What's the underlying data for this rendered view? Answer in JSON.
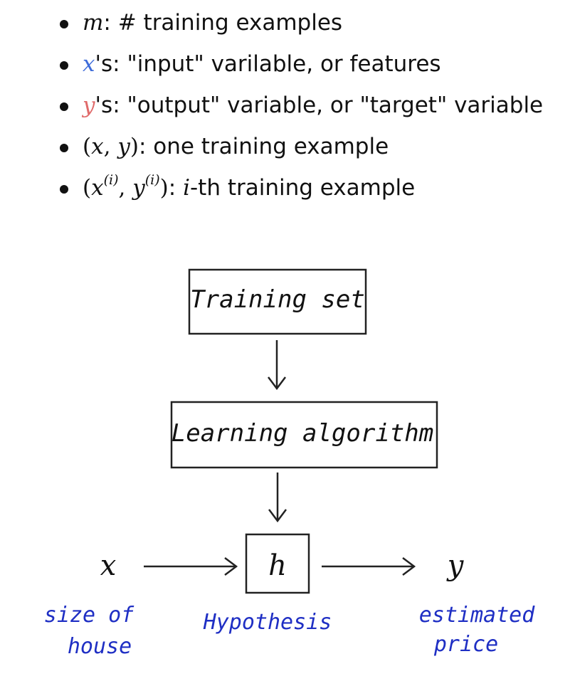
{
  "bullets": [
    {
      "var": "m",
      "text": ": # training examples"
    },
    {
      "var": "x",
      "text": "'s: \"input\" varilable, or features"
    },
    {
      "var": "y",
      "text": "'s: \"output\" variable, or \"target\" variable"
    },
    {
      "pair_open": "(",
      "pair_x": "x",
      "pair_comma": ", ",
      "pair_y": "y",
      "pair_close": ")",
      "text": ": one training example"
    },
    {
      "pair_open": "(",
      "pair_x": "x",
      "sup_x": "(i)",
      "pair_comma": ", ",
      "pair_y": "y",
      "sup_y": "(i)",
      "pair_close": ")",
      "colon": ": ",
      "index_var": "i",
      "text": "-th training example"
    }
  ],
  "diagram": {
    "training_set": "Training set",
    "learning_algorithm": "Learning algorithm",
    "hypothesis_box": "h",
    "input_var": "x",
    "output_var": "y",
    "input_caption_line1": "size of",
    "input_caption_line2": "house",
    "hypothesis_caption": "Hypothesis",
    "output_caption_line1": "estimated",
    "output_caption_line2": "price"
  },
  "colors": {
    "x_var": "#3d6bd9",
    "y_var": "#e06a6a",
    "handwriting_blue": "#1f2fc4",
    "ink": "#111111"
  }
}
